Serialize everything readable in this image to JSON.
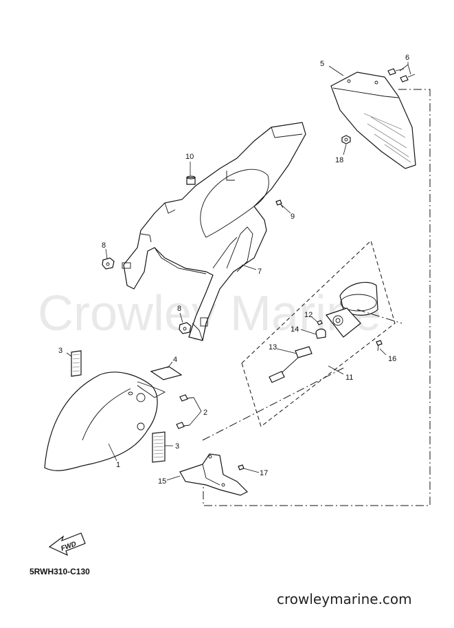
{
  "watermark": "Crowley Marine",
  "diagram_code": "5RWH310-C130",
  "site_url": "crowleymarine.com",
  "fwd_label": "FWD",
  "callouts": {
    "c1": "1",
    "c2": "2",
    "c3a": "3",
    "c3b": "3",
    "c4": "4",
    "c5": "5",
    "c6": "6",
    "c7": "7",
    "c8a": "8",
    "c8b": "8",
    "c9": "9",
    "c10": "10",
    "c11": "11",
    "c12": "12",
    "c13": "13",
    "c14": "14",
    "c15": "15",
    "c16": "16",
    "c17": "17",
    "c18": "18"
  }
}
